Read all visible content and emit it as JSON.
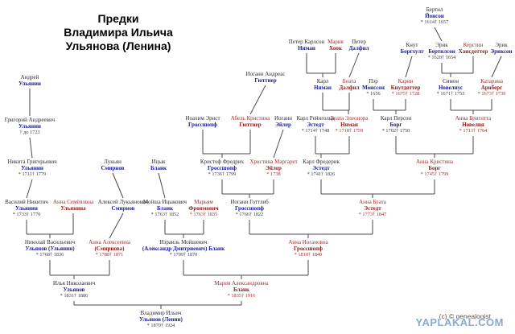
{
  "title": {
    "line1": "Предки",
    "line2": "Владимира Ильича",
    "line3": "Ульянова (Ленина)"
  },
  "watermark": {
    "credit": "(c) © genealogist",
    "site": "YAPLAKAL.COM"
  },
  "colors": {
    "male_surname": "#1a1a8f",
    "female_name": "#8b1a1a",
    "connector_line": "#4a4a4a",
    "title_text": "#000000",
    "watermark_blue": "#6491c3",
    "background": "#ffffff"
  },
  "people": [
    {
      "id": "bertil-jonson",
      "gender": "m",
      "name_lines": [
        "Бертил",
        "Йонсон",
        "* 1614† 1657"
      ]
    },
    {
      "id": "peter-niman",
      "gender": "m",
      "name_lines": [
        "Петер Карлсон",
        "Ниман"
      ]
    },
    {
      "id": "maria-hook",
      "gender": "f",
      "name_lines": [
        "Мария",
        "Хоок"
      ]
    },
    {
      "id": "peter-dalfil",
      "gender": "m",
      "name_lines": [
        "Петер",
        "Далфил"
      ]
    },
    {
      "id": "knut-borghult",
      "gender": "m",
      "name_lines": [
        "Кнут",
        "Боргхулт"
      ]
    },
    {
      "id": "erik-bertilson",
      "gender": "m",
      "name_lines": [
        "Эрик",
        "Бертилсон",
        "* 1620† 1654"
      ]
    },
    {
      "id": "kerstin-hansdotter",
      "gender": "f",
      "name_lines": [
        "Керстин",
        "Хансдоттер"
      ]
    },
    {
      "id": "erik-erikson",
      "gender": "m",
      "name_lines": [
        "Эрик",
        "Эриксон"
      ]
    },
    {
      "id": "andrey-ulyanin",
      "gender": "m",
      "name_lines": [
        "Андрей",
        "Ульянин"
      ]
    },
    {
      "id": "iogann-guttner",
      "gender": "m",
      "name_lines": [
        "Иоганн Андреас",
        "Гюттнер"
      ]
    },
    {
      "id": "karl-niman",
      "gender": "m",
      "name_lines": [
        "Карл",
        "Ниман"
      ]
    },
    {
      "id": "beata-dalfil",
      "gender": "f",
      "name_lines": [
        "Беата",
        "Далфил"
      ]
    },
    {
      "id": "per-monsson",
      "gender": "m",
      "name_lines": [
        "Пэр",
        "Монссон",
        "* 1656"
      ]
    },
    {
      "id": "karin-knutdotter",
      "gender": "f",
      "name_lines": [
        "Карин",
        "Кнутдоттер",
        "* 1675† 1728"
      ]
    },
    {
      "id": "simon-novelius",
      "gender": "m",
      "name_lines": [
        "Симон",
        "Новелиус",
        "* 1671† 1753"
      ]
    },
    {
      "id": "katarina-arnberg",
      "gender": "f",
      "name_lines": [
        "Катарина",
        "Арнберг",
        "* 1673† 1739"
      ]
    },
    {
      "id": "grigoriy-ulyanin",
      "gender": "m",
      "name_lines": [
        "Григорий Андреевич",
        "Ульянин",
        "† до 1723"
      ]
    },
    {
      "id": "ioahim-grossshopf",
      "gender": "m",
      "name_lines": [
        "Иоахим Эрнст",
        "Гроссшопф"
      ]
    },
    {
      "id": "abel-guttner",
      "gender": "f",
      "name_lines": [
        "Абель Кристина",
        "Гюттнер"
      ]
    },
    {
      "id": "iogann-eiler",
      "gender": "m",
      "name_lines": [
        "Иоганн",
        "Эйлер"
      ]
    },
    {
      "id": "karl-reyngold-estedt",
      "gender": "m",
      "name_lines": [
        "Карл Рейнгольд",
        "Эстедт",
        "* 1714† 1748"
      ]
    },
    {
      "id": "beata-eleonora-niman",
      "gender": "f",
      "name_lines": [
        "Беата Элеонора",
        "Ниман",
        "* 1718† 1759"
      ]
    },
    {
      "id": "karl-person-borg",
      "gender": "m",
      "name_lines": [
        "Карл Персон",
        "Борг",
        "* 1702† 1750"
      ]
    },
    {
      "id": "anna-brigitta-noveliya",
      "gender": "f",
      "name_lines": [
        "Анна Бригитта",
        "Новелия",
        "* 1713† 1764"
      ]
    },
    {
      "id": "nikita-ulyanin",
      "gender": "m",
      "name_lines": [
        "Никита Григорьевич",
        "Ульянин",
        "* 1711† 1779"
      ]
    },
    {
      "id": "lukyan-smirnov",
      "gender": "m",
      "name_lines": [
        "Лукьян",
        "Смирнов"
      ]
    },
    {
      "id": "itsyk-blank",
      "gender": "m",
      "name_lines": [
        "Ицык",
        "Бланк"
      ]
    },
    {
      "id": "kristof-grossshopf",
      "gender": "m",
      "name_lines": [
        "Кристоф Фредрих",
        "Гроссшопф",
        "* 1736† 1799"
      ]
    },
    {
      "id": "hristina-eiler",
      "gender": "f",
      "name_lines": [
        "Христина Маргарет",
        "Эйлер",
        "* 1738"
      ]
    },
    {
      "id": "karl-frederik-estedt",
      "gender": "m",
      "name_lines": [
        "Карл Фредерик",
        "Эстедт",
        "* 1741† 1826"
      ]
    },
    {
      "id": "anna-kristina-borg",
      "gender": "f",
      "name_lines": [
        "Анна Кристина",
        "Борг",
        "* 1745† 1799"
      ]
    },
    {
      "id": "vasiliy-ulyanin",
      "gender": "m",
      "name_lines": [
        "Василий Никитич",
        "Ульянин",
        "* 1733† 1770"
      ]
    },
    {
      "id": "anna-ulyanina",
      "gender": "f",
      "name_lines": [
        "Анна Семёновна",
        "Ульянина"
      ]
    },
    {
      "id": "aleksey-smirnov",
      "gender": "m",
      "name_lines": [
        "Алексей Лукьянович",
        "Смирнов"
      ]
    },
    {
      "id": "moisha-blank",
      "gender": "m",
      "name_lines": [
        "Мойша Ицыкович",
        "Бланк",
        "* 1763† 1852"
      ]
    },
    {
      "id": "maryam-froimovich",
      "gender": "f",
      "name_lines": [
        "Марьям",
        "Фроимович",
        "* 1763† 1835"
      ]
    },
    {
      "id": "iogann-gottlib-grossshopf",
      "gender": "m",
      "name_lines": [
        "Иоганн Готтлиб",
        "Гроссшопф",
        "* 1766† 1822"
      ]
    },
    {
      "id": "anna-beata-estedt",
      "gender": "f",
      "name_lines": [
        "Анна Беата",
        "Эстедт",
        "* 1773† 1847"
      ]
    },
    {
      "id": "nikolay-ulyanov",
      "gender": "m",
      "name_lines": [
        "Николай Васильевич",
        "Ульянов (Ульянин)",
        "* 1768† 1836"
      ]
    },
    {
      "id": "anna-smirnova",
      "gender": "f",
      "name_lines": [
        "Анна Алексеевна",
        "(Смирнова)",
        "* 1788† 1871"
      ]
    },
    {
      "id": "izrail-blank",
      "gender": "m",
      "name_lines": [
        "Израиль Мойшевич",
        "(Александр Дмитриевич) Бланк",
        "* 1799† 1870"
      ]
    },
    {
      "id": "anna-grossshopf",
      "gender": "f",
      "name_lines": [
        "Анна Иогановна",
        "Гроссшопф",
        "* 1810† 1840"
      ]
    },
    {
      "id": "ilya-ulyanov",
      "gender": "m",
      "name_lines": [
        "Илья Николаевич",
        "Ульянов",
        "* 1831† 1886"
      ]
    },
    {
      "id": "maria-blank",
      "gender": "f",
      "name_lines": [
        "Мария Александровна",
        "Бланк",
        "* 1835† 1916"
      ]
    },
    {
      "id": "vladimir-lenin",
      "gender": "m",
      "name_lines": [
        "Владимир Ильич",
        "Ульянов (Ленин)",
        "* 1870† 1924"
      ]
    }
  ],
  "edges": [
    {
      "parents": [
        "bertil-jonson"
      ],
      "child": "erik-bertilson"
    },
    {
      "parents": [
        "peter-niman",
        "maria-hook"
      ],
      "child": "karl-niman"
    },
    {
      "parents": [
        "peter-dalfil"
      ],
      "child": "beata-dalfil"
    },
    {
      "parents": [
        "knut-borghult"
      ],
      "child": "karin-knutdotter"
    },
    {
      "parents": [
        "erik-bertilson",
        "kerstin-hansdotter"
      ],
      "child": "simon-novelius"
    },
    {
      "parents": [
        "erik-erikson"
      ],
      "child": "katarina-arnberg"
    },
    {
      "parents": [
        "iogann-guttner"
      ],
      "child": "abel-guttner"
    },
    {
      "parents": [
        "karl-niman",
        "beata-dalfil"
      ],
      "child": "beata-eleonora-niman"
    },
    {
      "parents": [
        "per-monsson",
        "karin-knutdotter"
      ],
      "child": "karl-person-borg"
    },
    {
      "parents": [
        "simon-novelius",
        "katarina-arnberg"
      ],
      "child": "anna-brigitta-noveliya"
    },
    {
      "parents": [
        "andrey-ulyanin"
      ],
      "child": "grigoriy-ulyanin"
    },
    {
      "parents": [
        "grigoriy-ulyanin"
      ],
      "child": "nikita-ulyanin"
    },
    {
      "parents": [
        "ioahim-grossshopf",
        "abel-guttner"
      ],
      "child": "kristof-grossshopf"
    },
    {
      "parents": [
        "iogann-eiler"
      ],
      "child": "hristina-eiler"
    },
    {
      "parents": [
        "karl-reyngold-estedt",
        "beata-eleonora-niman"
      ],
      "child": "karl-frederik-estedt"
    },
    {
      "parents": [
        "karl-person-borg",
        "anna-brigitta-noveliya"
      ],
      "child": "anna-kristina-borg"
    },
    {
      "parents": [
        "nikita-ulyanin"
      ],
      "child": "vasiliy-ulyanin"
    },
    {
      "parents": [
        "lukyan-smirnov"
      ],
      "child": "aleksey-smirnov"
    },
    {
      "parents": [
        "itsyk-blank"
      ],
      "child": "moisha-blank"
    },
    {
      "parents": [
        "kristof-grossshopf",
        "hristina-eiler"
      ],
      "child": "iogann-gottlib-grossshopf"
    },
    {
      "parents": [
        "karl-frederik-estedt",
        "anna-kristina-borg"
      ],
      "child": "anna-beata-estedt"
    },
    {
      "parents": [
        "vasiliy-ulyanin",
        "anna-ulyanina"
      ],
      "child": "nikolay-ulyanov"
    },
    {
      "parents": [
        "aleksey-smirnov"
      ],
      "child": "anna-smirnova"
    },
    {
      "parents": [
        "moisha-blank",
        "maryam-froimovich"
      ],
      "child": "izrail-blank"
    },
    {
      "parents": [
        "iogann-gottlib-grossshopf",
        "anna-beata-estedt"
      ],
      "child": "anna-grossshopf"
    },
    {
      "parents": [
        "nikolay-ulyanov",
        "anna-smirnova"
      ],
      "child": "ilya-ulyanov"
    },
    {
      "parents": [
        "izrail-blank",
        "anna-grossshopf"
      ],
      "child": "maria-blank"
    },
    {
      "parents": [
        "ilya-ulyanov",
        "maria-blank"
      ],
      "child": "vladimir-lenin"
    }
  ]
}
